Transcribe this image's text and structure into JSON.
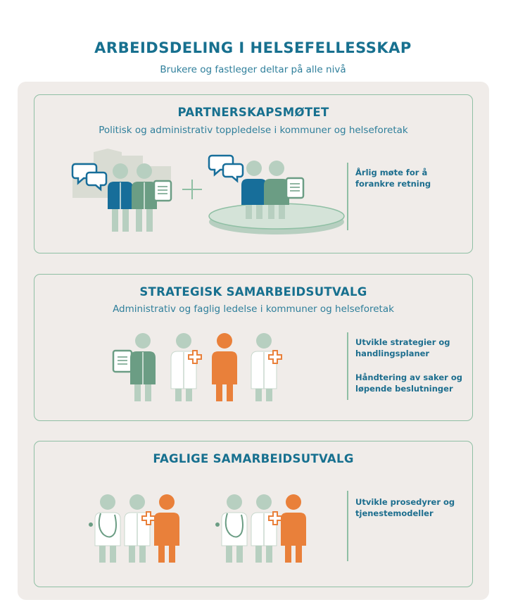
{
  "header": {
    "title": "ARBEIDSDELING I HELSEFELLESSKAP",
    "subtitle": "Brukere og fastleger deltar på alle nivå"
  },
  "panels": [
    {
      "title": "PARTNERSKAPSMØTET",
      "subtitle": "Politisk og administrativ toppledelse i kommuner og helseforetak",
      "notes": [
        "Årlig møte for å forankre retning"
      ]
    },
    {
      "title": "STRATEGISK SAMARBEIDSUTVALG",
      "subtitle": "Administrativ og faglig ledelse i kommuner og helseforetak",
      "notes": [
        "Utvikle strategier og handlingsplaner",
        "Håndtering av saker og løpende beslutninger"
      ]
    },
    {
      "title": "FAGLIGE SAMARBEIDSUTVALG",
      "subtitle": "",
      "notes": [
        "Utvikle prosedyrer og tjenestemodeller"
      ]
    }
  ],
  "icons": {
    "plus": "+"
  },
  "colors": {
    "title": "#17708f",
    "background": "#f0ece9",
    "border": "#8fbfa4",
    "blue": "#176e9a",
    "green": "#6b9d84",
    "orange": "#e9803a",
    "pale": "#b7cfc0"
  }
}
